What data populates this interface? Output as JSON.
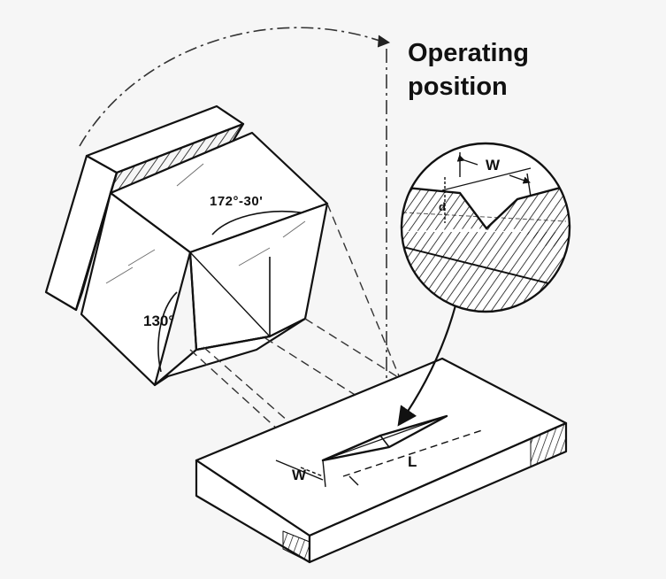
{
  "labels": {
    "operating_line1": "Operating",
    "operating_line2": "position",
    "angle_top": "172°-30'",
    "angle_side": "130°",
    "inset_w": "W",
    "inset_d": "d",
    "plate_w": "W",
    "plate_l": "L"
  },
  "colors": {
    "background": "#f6f6f6",
    "ink": "#111111"
  }
}
